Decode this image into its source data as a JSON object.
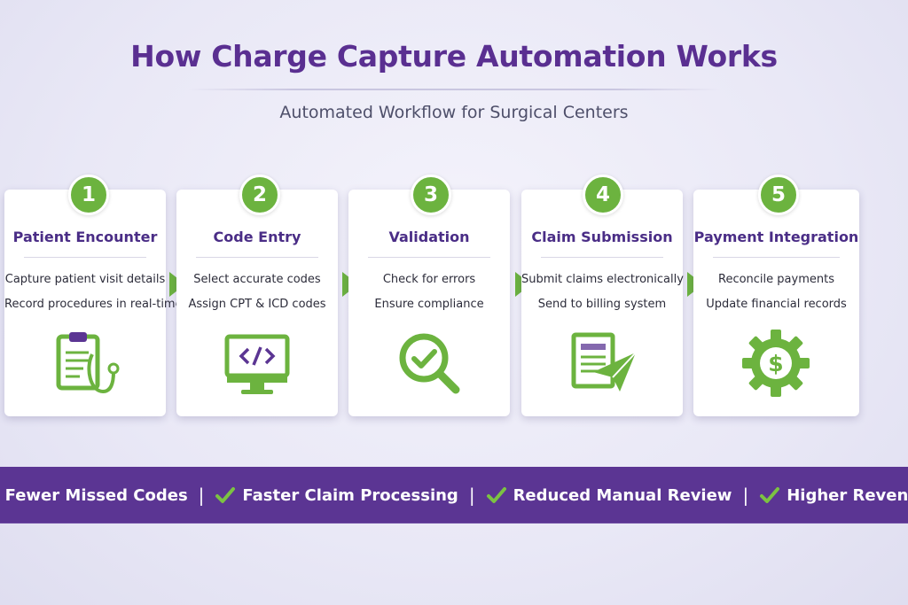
{
  "header": {
    "title": "How Charge Capture Automation Works",
    "subtitle": "Automated Workflow for Surgical Centers"
  },
  "steps": [
    {
      "number": "1",
      "title": "Patient Encounter",
      "lines": [
        "Capture patient visit details",
        "Record procedures in real-time"
      ],
      "icon": "clipboard-stethoscope-icon"
    },
    {
      "number": "2",
      "title": "Code Entry",
      "lines": [
        "Select accurate codes",
        "Assign CPT & ICD codes"
      ],
      "icon": "monitor-code-icon"
    },
    {
      "number": "3",
      "title": "Validation",
      "lines": [
        "Check for errors",
        "Ensure compliance"
      ],
      "icon": "magnifier-check-icon"
    },
    {
      "number": "4",
      "title": "Claim Submission",
      "lines": [
        "Submit claims electronically",
        "Send to billing system"
      ],
      "icon": "document-paper-plane-icon"
    },
    {
      "number": "5",
      "title": "Payment Integration",
      "lines": [
        "Reconcile payments",
        "Update financial records"
      ],
      "icon": "gear-dollar-icon"
    }
  ],
  "benefits": [
    {
      "label": "Fewer Missed Codes",
      "icon": "checkmark-icon"
    },
    {
      "label": "Faster Claim Processing",
      "icon": "checkmark-icon"
    },
    {
      "label": "Reduced Manual Review",
      "icon": "checkmark-icon"
    },
    {
      "label": "Higher Revenue",
      "icon": "checkmark-icon"
    }
  ],
  "separator": "|",
  "colors": {
    "brand_purple": "#5b3593",
    "accent_green": "#6cb33f",
    "card": "#ffffff"
  }
}
